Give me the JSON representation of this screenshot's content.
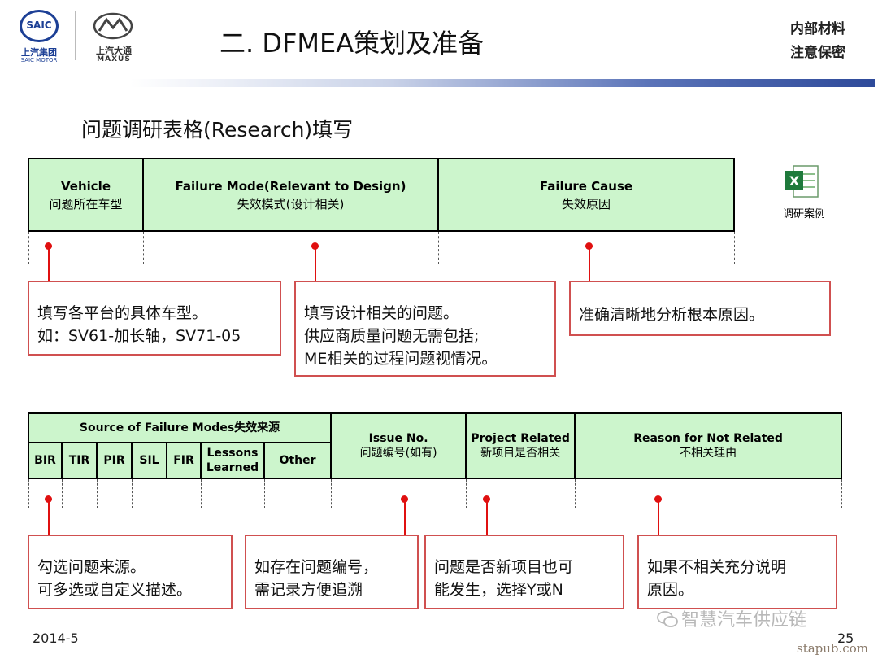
{
  "header": {
    "logo_saic": {
      "badge": "SAIC",
      "cn": "上汽集团",
      "en": "SAIC MOTOR"
    },
    "logo_maxus": {
      "cn": "上汽大通",
      "en": "MAXUS"
    },
    "title": "二. DFMEA策划及准备",
    "confidential": [
      "内部材料",
      "注意保密"
    ]
  },
  "subtitle": "问题调研表格(Research)填写",
  "table1": {
    "headers": [
      {
        "en": "Vehicle",
        "zh": "问题所在车型"
      },
      {
        "en": "Failure Mode(Relevant to Design)",
        "zh": "失效模式(设计相关)"
      },
      {
        "en": "Failure Cause",
        "zh": "失效原因"
      }
    ]
  },
  "excel_icon": {
    "icon": "excel-file-icon",
    "label": "调研案例"
  },
  "callouts_row1": [
    [
      "填写各平台的具体车型。",
      "如：SV61-加长轴，SV71-05"
    ],
    [
      "填写设计相关的问题。",
      "供应商质量问题无需包括;",
      "ME相关的过程问题视情况。"
    ],
    [
      "准确清晰地分析根本原因。"
    ]
  ],
  "table2": {
    "source_header": "Source of Failure Modes失效来源",
    "source_subs": [
      "BIR",
      "TIR",
      "PIR",
      "SIL",
      "FIR",
      "Lessons Learned",
      "Other"
    ],
    "issue": {
      "en": "Issue No.",
      "zh": "问题编号(如有)"
    },
    "project": {
      "en": "Project Related",
      "zh": "新项目是否相关"
    },
    "reason": {
      "en": "Reason for Not Related",
      "zh": "不相关理由"
    }
  },
  "callouts_row2": [
    [
      "勾选问题来源。",
      "可多选或自定义描述。"
    ],
    [
      "如存在问题编号，",
      "需记录方便追溯"
    ],
    [
      "问题是否新项目也可",
      "能发生，选择Y或N"
    ],
    [
      "如果不相关充分说明",
      "原因。"
    ]
  ],
  "footer": {
    "date": "2014-5",
    "page": "25",
    "watermark": "智慧汽车供应链",
    "site": "stapub.com"
  },
  "colors": {
    "header_fill": "#ccf5cc",
    "callout_border": "#d05050",
    "marker": "#e01010"
  }
}
